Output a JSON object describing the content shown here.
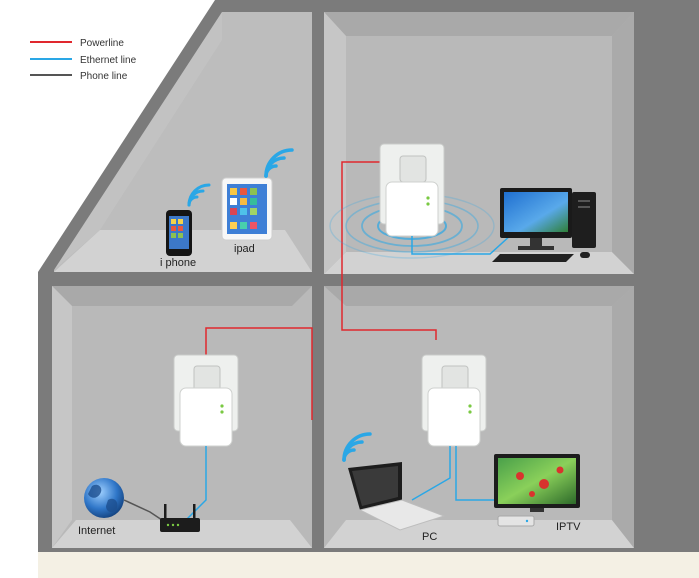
{
  "legend": {
    "items": [
      {
        "label": "Powerline",
        "color": "#e0282e"
      },
      {
        "label": "Ethernet line",
        "color": "#2aa7e6"
      },
      {
        "label": "Phone line",
        "color": "#555555"
      }
    ]
  },
  "devices": {
    "iphone": {
      "label": "i phone",
      "icon": "smartphone-icon"
    },
    "ipad": {
      "label": "ipad",
      "icon": "tablet-icon"
    },
    "internet": {
      "label": "Internet",
      "icon": "globe-icon"
    },
    "pc": {
      "label": "PC",
      "icon": "laptop-icon"
    },
    "iptv": {
      "label": "IPTV",
      "icon": "tv-icon"
    }
  },
  "colors": {
    "wall": "#7b7b7b",
    "room": "#b9b9b9",
    "floor": "#d2d2d2",
    "powerline": "#e0282e",
    "ethernet": "#2aa7e6"
  }
}
